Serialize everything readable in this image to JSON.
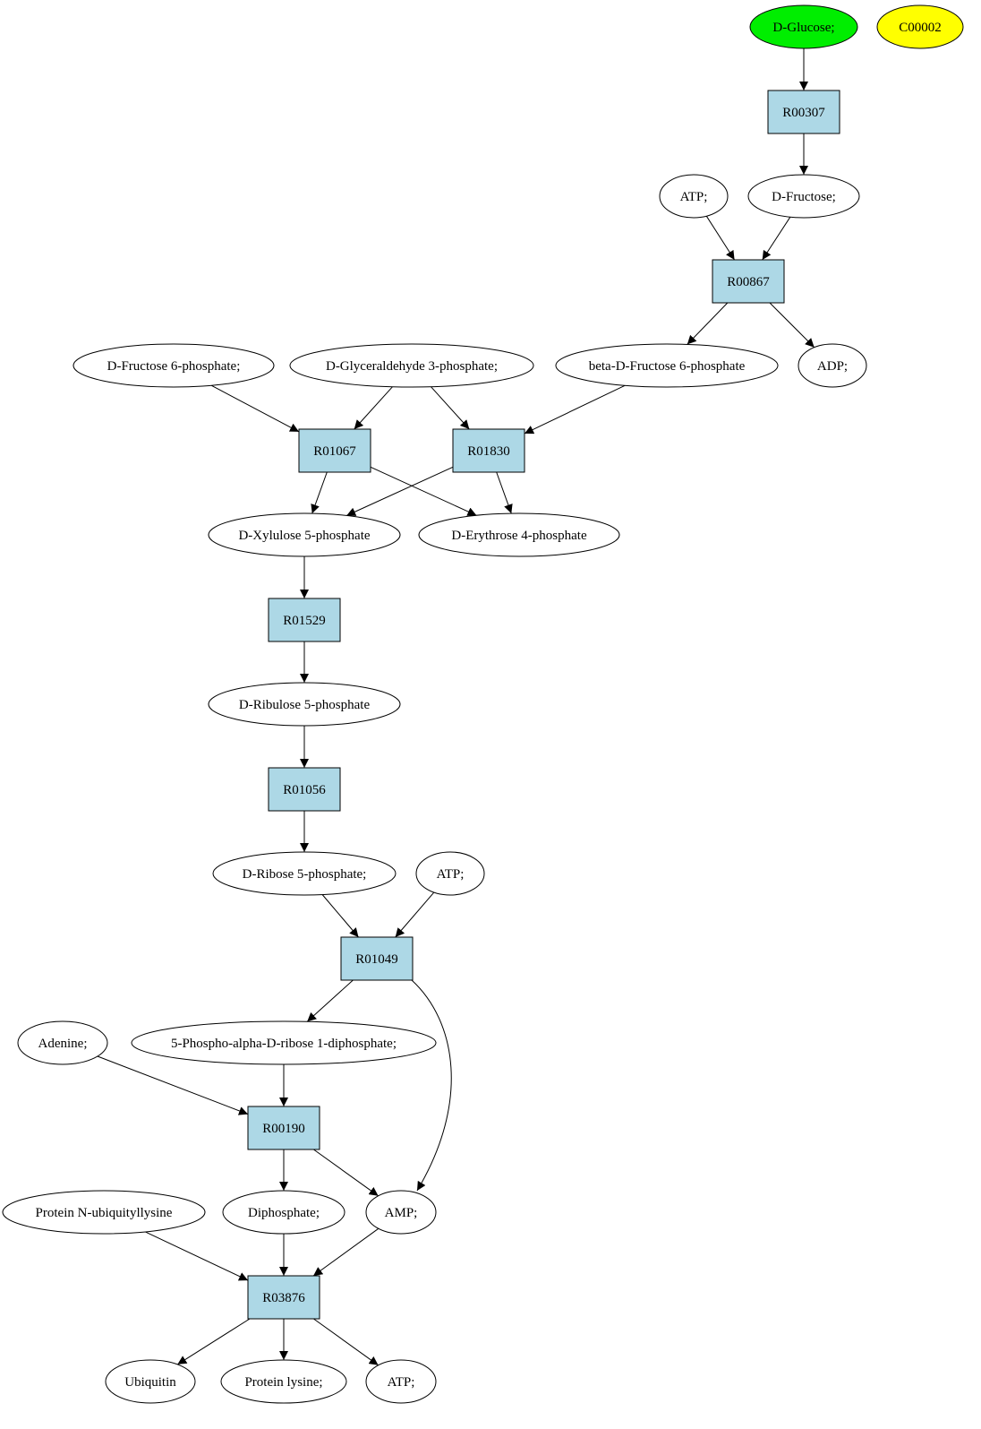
{
  "graph": {
    "metabolites": [
      {
        "id": "glucose",
        "label": "D-Glucose;",
        "fill": "#00ee00"
      },
      {
        "id": "c00002",
        "label": "C00002",
        "fill": "#ffff00"
      },
      {
        "id": "atp1",
        "label": "ATP;",
        "fill": "#ffffff"
      },
      {
        "id": "fructose",
        "label": "D-Fructose;",
        "fill": "#ffffff"
      },
      {
        "id": "f6p",
        "label": "D-Fructose 6-phosphate;",
        "fill": "#ffffff"
      },
      {
        "id": "g3p",
        "label": "D-Glyceraldehyde 3-phosphate;",
        "fill": "#ffffff"
      },
      {
        "id": "bf6p",
        "label": "beta-D-Fructose 6-phosphate",
        "fill": "#ffffff"
      },
      {
        "id": "adp",
        "label": "ADP;",
        "fill": "#ffffff"
      },
      {
        "id": "x5p",
        "label": "D-Xylulose 5-phosphate",
        "fill": "#ffffff"
      },
      {
        "id": "e4p",
        "label": "D-Erythrose 4-phosphate",
        "fill": "#ffffff"
      },
      {
        "id": "ru5p",
        "label": "D-Ribulose 5-phosphate",
        "fill": "#ffffff"
      },
      {
        "id": "r5p",
        "label": "D-Ribose 5-phosphate;",
        "fill": "#ffffff"
      },
      {
        "id": "atp2",
        "label": "ATP;",
        "fill": "#ffffff"
      },
      {
        "id": "adenine",
        "label": "Adenine;",
        "fill": "#ffffff"
      },
      {
        "id": "prpp",
        "label": "5-Phospho-alpha-D-ribose 1-diphosphate;",
        "fill": "#ffffff"
      },
      {
        "id": "protubq",
        "label": "Protein N-ubiquityllysine",
        "fill": "#ffffff"
      },
      {
        "id": "diphos",
        "label": "Diphosphate;",
        "fill": "#ffffff"
      },
      {
        "id": "amp",
        "label": "AMP;",
        "fill": "#ffffff"
      },
      {
        "id": "ubiq",
        "label": "Ubiquitin",
        "fill": "#ffffff"
      },
      {
        "id": "protlys",
        "label": "Protein lysine;",
        "fill": "#ffffff"
      },
      {
        "id": "atp3",
        "label": "ATP;",
        "fill": "#ffffff"
      }
    ],
    "reactions": [
      {
        "id": "R00307",
        "label": "R00307",
        "fill": "#add8e6"
      },
      {
        "id": "R00867",
        "label": "R00867",
        "fill": "#add8e6"
      },
      {
        "id": "R01067",
        "label": "R01067",
        "fill": "#add8e6"
      },
      {
        "id": "R01830",
        "label": "R01830",
        "fill": "#add8e6"
      },
      {
        "id": "R01529",
        "label": "R01529",
        "fill": "#add8e6"
      },
      {
        "id": "R01056",
        "label": "R01056",
        "fill": "#add8e6"
      },
      {
        "id": "R01049",
        "label": "R01049",
        "fill": "#add8e6"
      },
      {
        "id": "R00190",
        "label": "R00190",
        "fill": "#add8e6"
      },
      {
        "id": "R03876",
        "label": "R03876",
        "fill": "#add8e6"
      }
    ],
    "edges": [
      {
        "from": "glucose",
        "to": "R00307"
      },
      {
        "from": "R00307",
        "to": "fructose"
      },
      {
        "from": "atp1",
        "to": "R00867"
      },
      {
        "from": "fructose",
        "to": "R00867"
      },
      {
        "from": "R00867",
        "to": "bf6p"
      },
      {
        "from": "R00867",
        "to": "adp"
      },
      {
        "from": "f6p",
        "to": "R01067"
      },
      {
        "from": "g3p",
        "to": "R01067"
      },
      {
        "from": "g3p",
        "to": "R01830"
      },
      {
        "from": "bf6p",
        "to": "R01830"
      },
      {
        "from": "R01067",
        "to": "x5p"
      },
      {
        "from": "R01067",
        "to": "e4p"
      },
      {
        "from": "R01830",
        "to": "x5p"
      },
      {
        "from": "R01830",
        "to": "e4p"
      },
      {
        "from": "x5p",
        "to": "R01529"
      },
      {
        "from": "R01529",
        "to": "ru5p"
      },
      {
        "from": "ru5p",
        "to": "R01056"
      },
      {
        "from": "R01056",
        "to": "r5p"
      },
      {
        "from": "r5p",
        "to": "R01049"
      },
      {
        "from": "atp2",
        "to": "R01049"
      },
      {
        "from": "R01049",
        "to": "prpp"
      },
      {
        "from": "R01049",
        "to": "amp"
      },
      {
        "from": "adenine",
        "to": "R00190"
      },
      {
        "from": "prpp",
        "to": "R00190"
      },
      {
        "from": "R00190",
        "to": "diphos"
      },
      {
        "from": "R00190",
        "to": "amp"
      },
      {
        "from": "protubq",
        "to": "R03876"
      },
      {
        "from": "diphos",
        "to": "R03876"
      },
      {
        "from": "amp",
        "to": "R03876"
      },
      {
        "from": "R03876",
        "to": "ubiq"
      },
      {
        "from": "R03876",
        "to": "protlys"
      },
      {
        "from": "R03876",
        "to": "atp3"
      }
    ]
  }
}
